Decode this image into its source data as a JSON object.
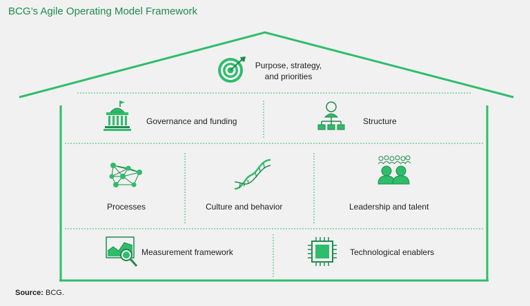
{
  "title": "BCG’s Agile Operating Model Framework",
  "roof": {
    "label_line1": "Purpose, strategy,",
    "label_line2": "and priorities"
  },
  "row1": {
    "left": "Governance and funding",
    "right": "Structure"
  },
  "row2": {
    "left": "Processes",
    "middle": "Culture and behavior",
    "right": "Leadership and talent"
  },
  "row3": {
    "left": "Measurement framework",
    "right": "Technological enablers"
  },
  "source": {
    "label": "Source:",
    "value": "BCG."
  },
  "colors": {
    "accent": "#2ebd6a",
    "dark": "#1f8a4c",
    "bg": "#f1f1f1"
  },
  "icons": [
    "target-icon",
    "government-building-icon",
    "org-chart-icon",
    "network-nodes-icon",
    "dna-icon",
    "people-group-icon",
    "chart-magnifier-icon",
    "microchip-icon"
  ]
}
